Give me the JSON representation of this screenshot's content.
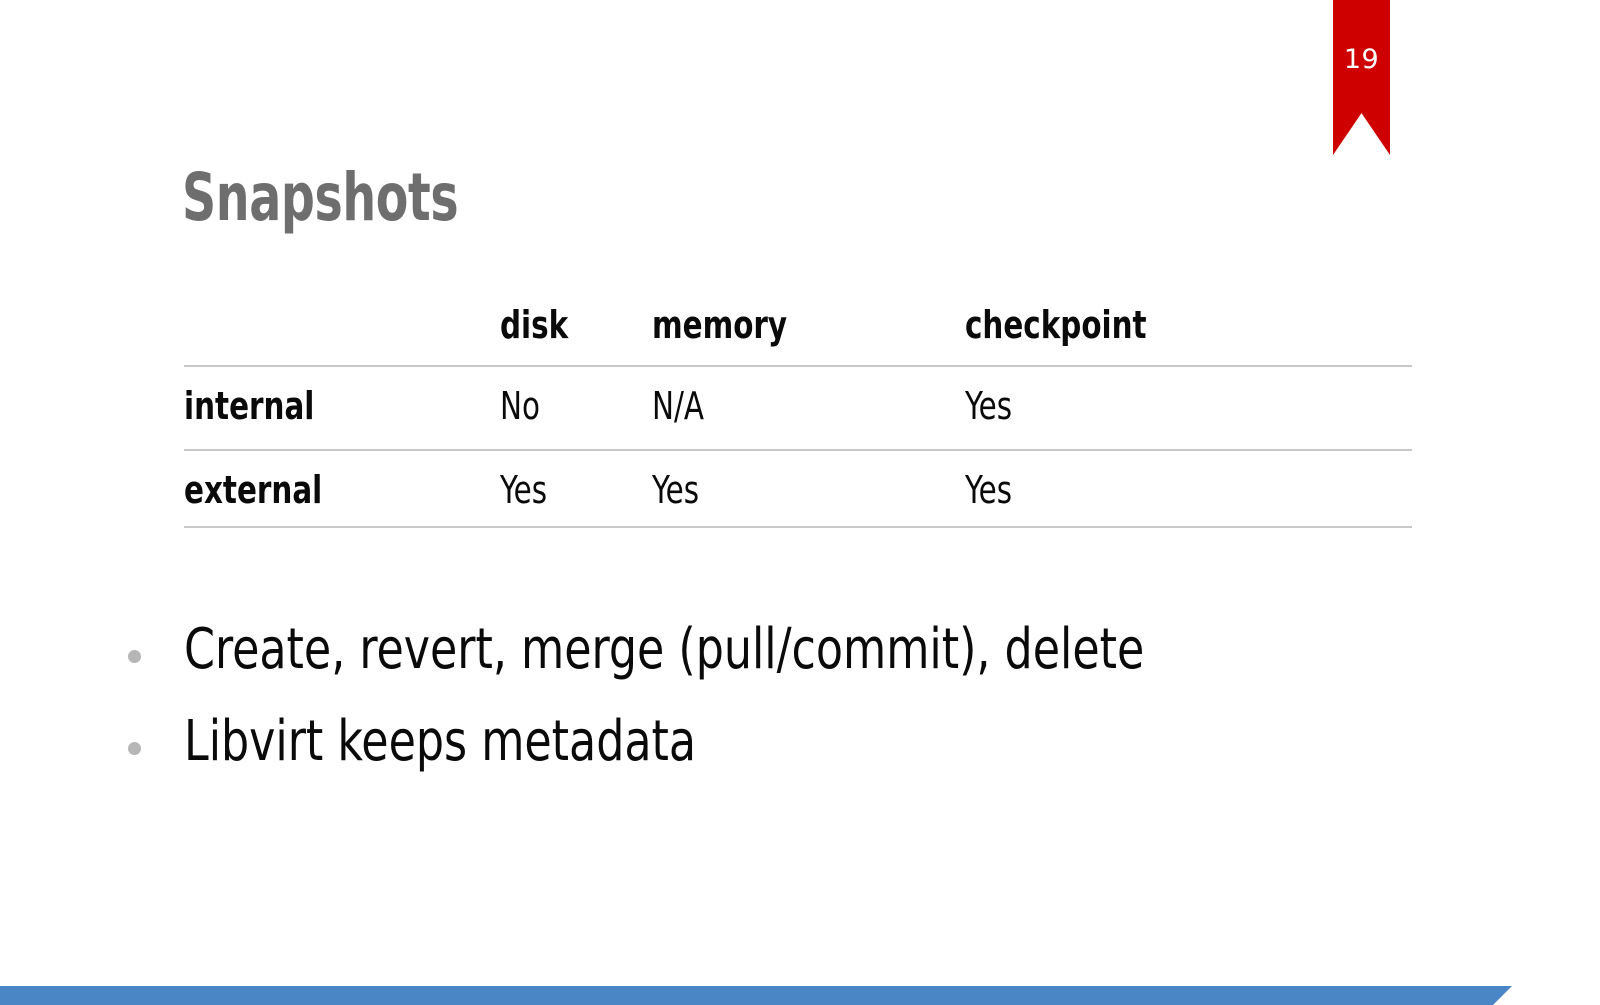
{
  "slide": {
    "page_number": "19",
    "title": "Snapshots",
    "colors": {
      "ribbon_red": "#ce0000",
      "title_gray": "#6e6e6e",
      "bullet_gray": "#b6b6b6",
      "rule_gray": "#c8c8c8",
      "bar_blue": "#4a86c5",
      "background": "#ffffff",
      "text_black": "#0a0a0a"
    }
  },
  "table": {
    "columns": [
      "",
      "disk",
      "memory",
      "checkpoint"
    ],
    "rows": [
      {
        "label": "internal",
        "disk": "No",
        "memory": "N/A",
        "checkpoint": "Yes"
      },
      {
        "label": "external",
        "disk": "Yes",
        "memory": "Yes",
        "checkpoint": "Yes"
      }
    ]
  },
  "bullets": [
    {
      "text": "Create, revert, merge (pull/commit), delete"
    },
    {
      "text": "Libvirt keeps metadata"
    }
  ]
}
